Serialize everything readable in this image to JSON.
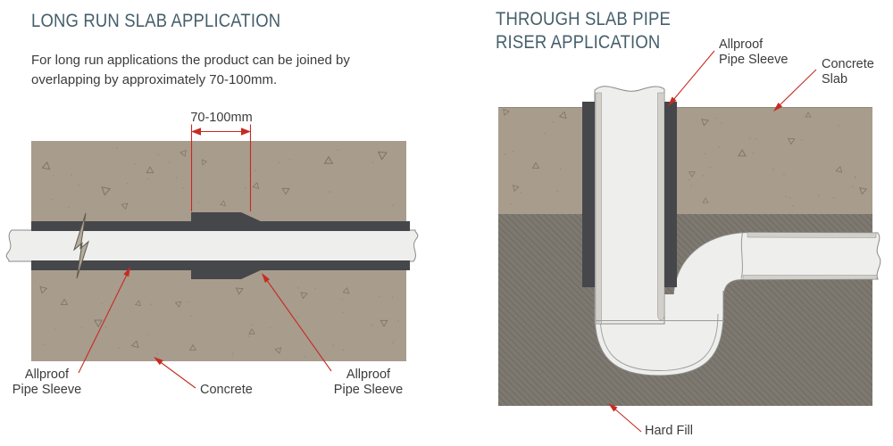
{
  "left": {
    "title": "LONG RUN SLAB APPLICATION",
    "description": "For long run applications the product can be joined by overlapping by approximately 70-100mm.",
    "dimension_label": "70-100mm",
    "labels": {
      "sleeve_left_line1": "Allproof",
      "sleeve_left_line2": "Pipe Sleeve",
      "concrete": "Concrete",
      "sleeve_right_line1": "Allproof",
      "sleeve_right_line2": "Pipe Sleeve"
    }
  },
  "right": {
    "title_line1": "THROUGH SLAB PIPE",
    "title_line2": "RISER APPLICATION",
    "labels": {
      "sleeve_line1": "Allproof",
      "sleeve_line2": "Pipe Sleeve",
      "slab_line1": "Concrete",
      "slab_line2": "Slab",
      "hard_fill": "Hard Fill"
    }
  },
  "colors": {
    "title": "#455f6b",
    "text": "#3b3b3b",
    "red": "#c62b21",
    "concrete": "#a89c8d",
    "sleeve": "#46474b",
    "pipe": "#eeeeec",
    "hardfill": "#7e7970",
    "hardfill_line": "#68645b"
  }
}
